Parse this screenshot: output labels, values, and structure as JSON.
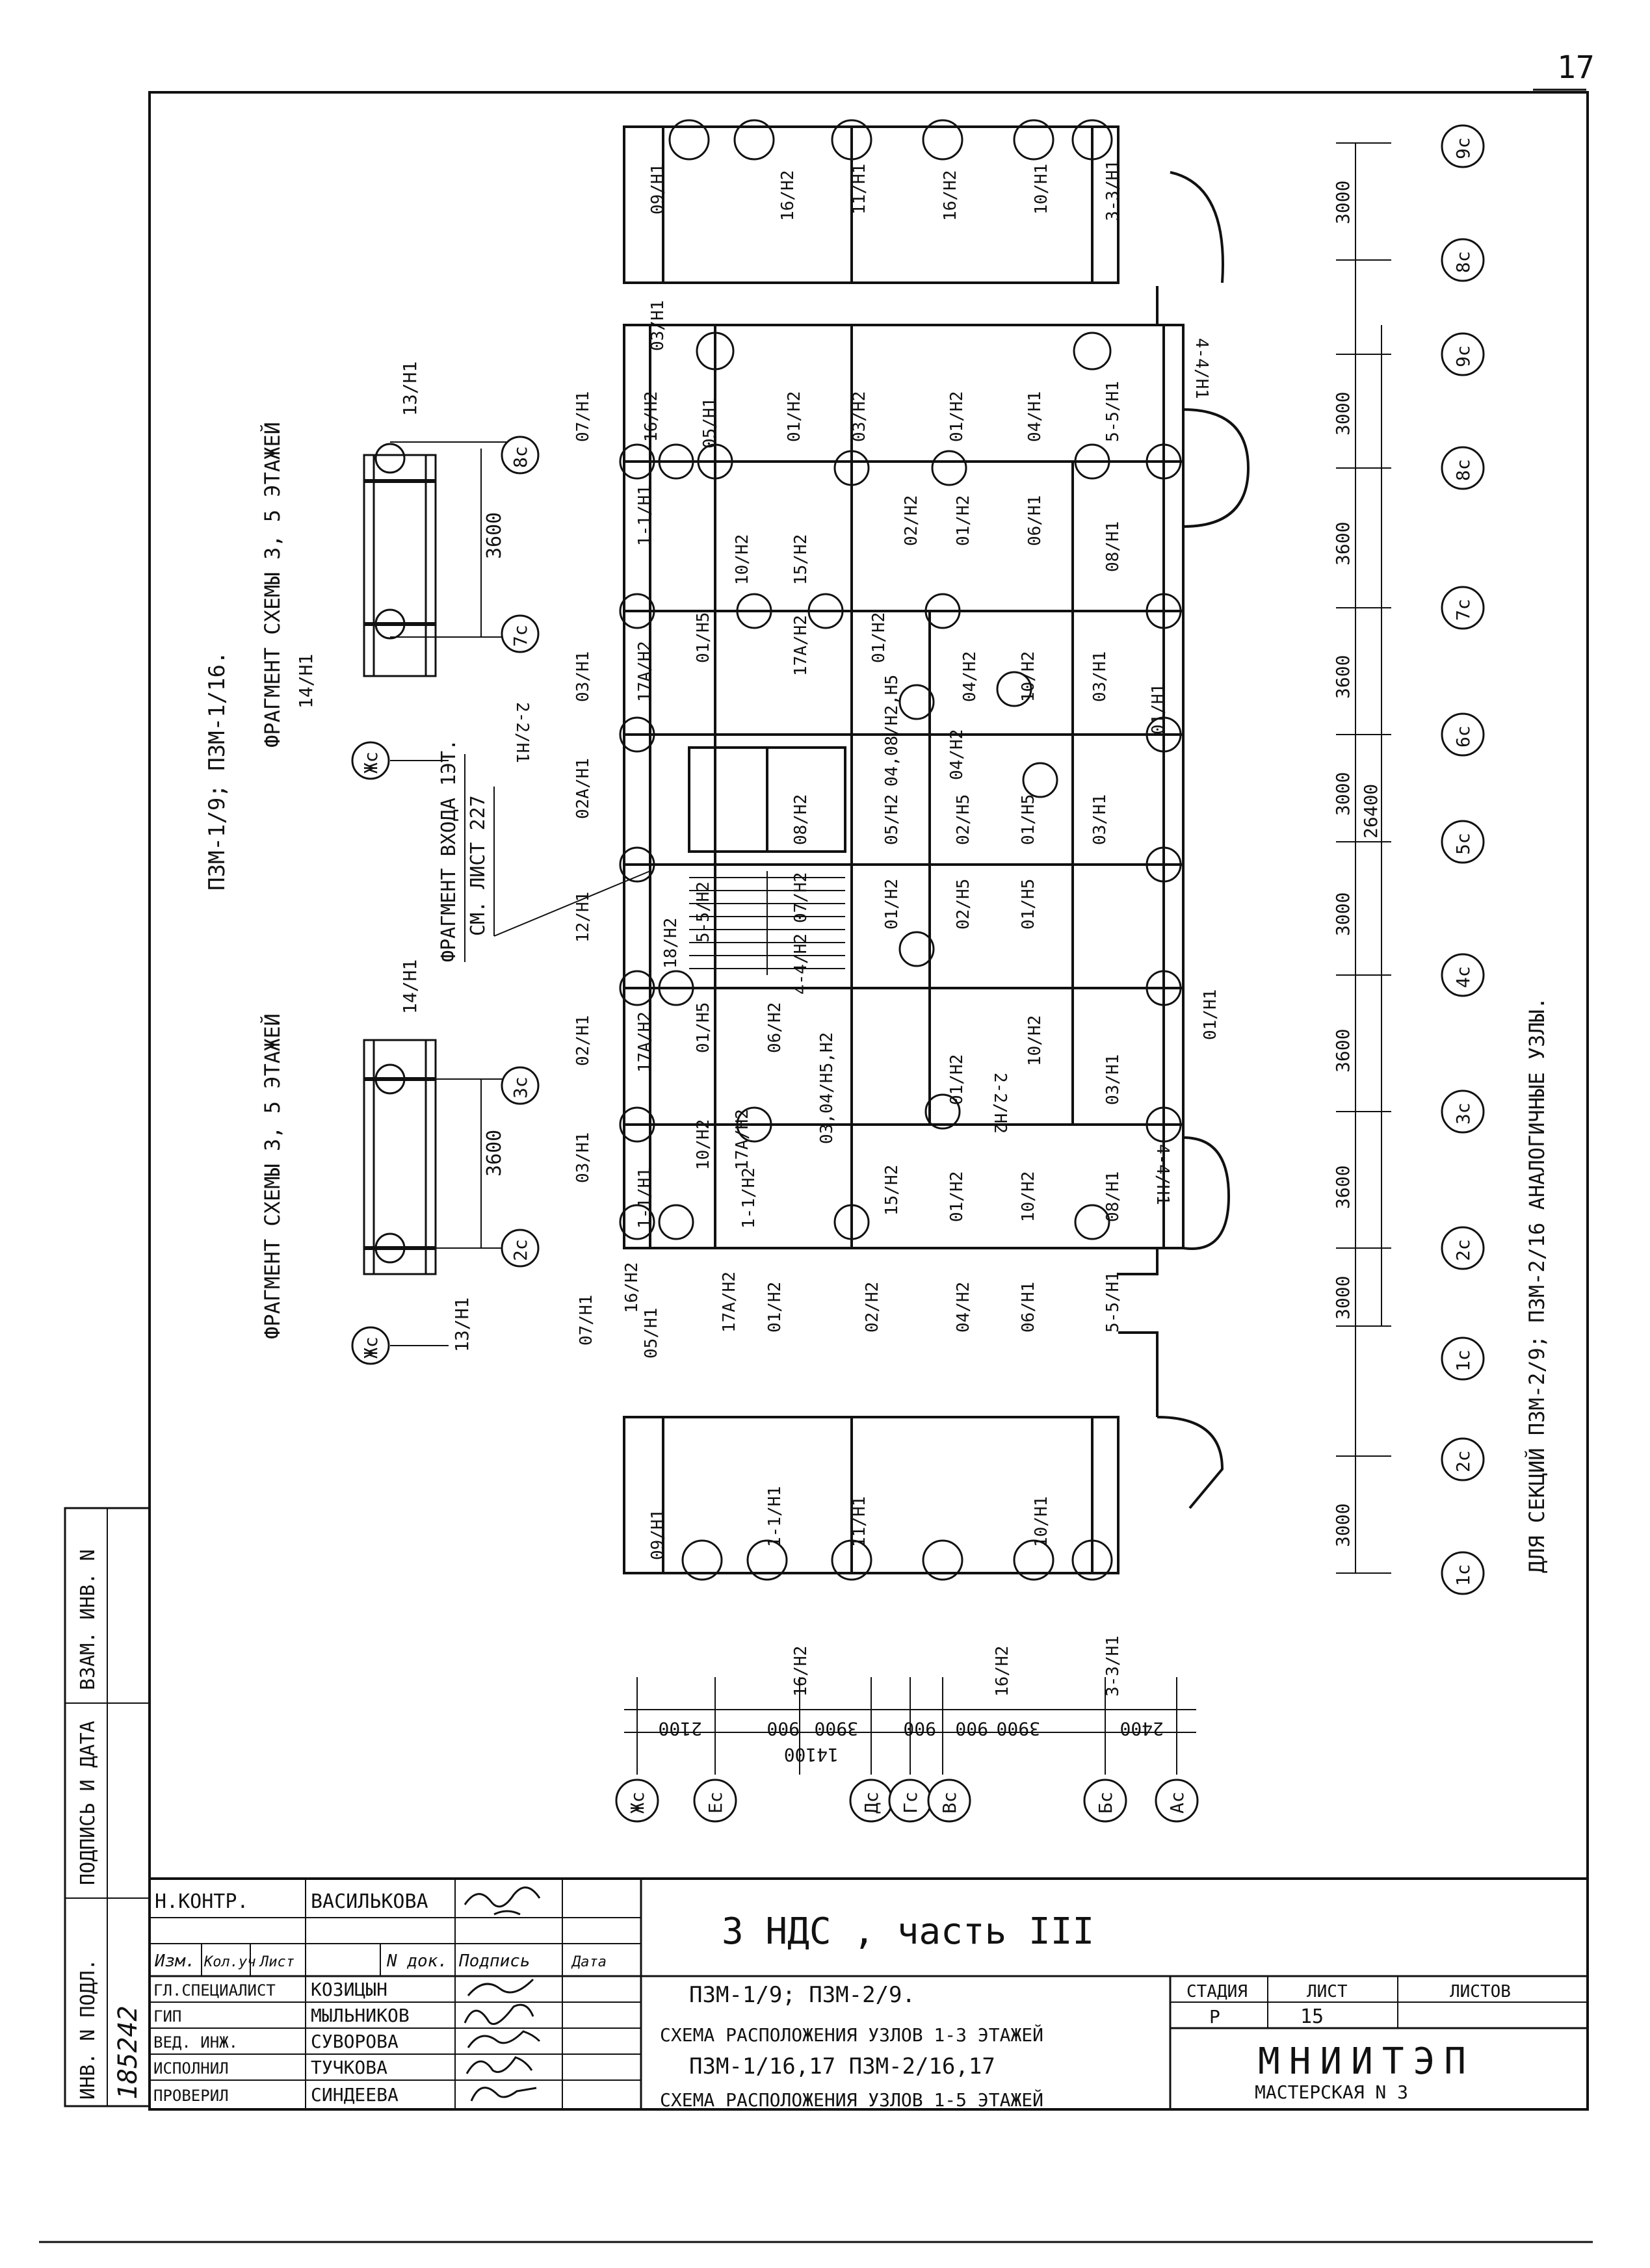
{
  "sheet": {
    "page_number": "17"
  },
  "plan": {
    "main_labels": {
      "series_top": "ПЗМ-1/9; ПЗМ-1/16.",
      "fragment_upper": "ФРАГМЕНТ СХЕМЫ 3, 5 ЭТАЖЕЙ",
      "fragment_lower": "ФРАГМЕНТ СХЕМЫ 3, 5 ЭТАЖЕЙ",
      "entrance_fragment": "ФРАГМЕНТ ВХОДА 1ЭТ.",
      "entrance_ref": "СМ. ЛИСТ 227",
      "side_note": "ДЛЯ СЕКЦИЙ ПЗМ-2/9; ПЗМ-2/16 АНАЛОГИЧНЫЕ УЗЛЫ."
    },
    "axes_numeric": [
      "9с",
      "8с",
      "9с",
      "8с",
      "7с",
      "6с",
      "5с",
      "4с",
      "3с",
      "2с",
      "1с",
      "2с",
      "1с"
    ],
    "axes_numeric_dims": [
      "3000",
      "3000",
      "3600",
      "3600",
      "3000",
      "3000",
      "3600",
      "3600",
      "3000",
      "3000"
    ],
    "overall_dim": "26400",
    "axes_letter": [
      "Жс",
      "Ес",
      "Дс",
      "Гс",
      "Вс",
      "Бс",
      "Ас"
    ],
    "axes_letter_dims": [
      "2100",
      "900",
      "3900",
      "900",
      "3900",
      "900",
      "2400"
    ],
    "overall_letter_dim": "14100",
    "fragment_axes": {
      "upper": [
        "Жс",
        "7с",
        "8с"
      ],
      "upper_dim": "3600",
      "upper_nodes": [
        "14/Н1",
        "13/Н1"
      ],
      "lower": [
        "Жс",
        "2с",
        "3с"
      ],
      "lower_dim": "3600",
      "lower_nodes": [
        "14/Н1",
        "13/Н1"
      ]
    },
    "nodes": [
      "09/Н1",
      "16/Н2",
      "11/Н1",
      "16/Н2",
      "10/Н1",
      "3-3/Н1",
      "03/Н1",
      "07/Н1",
      "16/Н2",
      "05/Н1",
      "01/Н2",
      "03/Н2",
      "01/Н2",
      "04/Н1",
      "5-5/Н1",
      "4-4/Н1",
      "1-1/Н1",
      "10/Н2",
      "15/Н2",
      "02/Н2",
      "01/Н2",
      "06/Н1",
      "08/Н1",
      "03/Н1",
      "17А/Н2",
      "01/Н5",
      "17А/Н2",
      "01/Н2",
      "04/Н2",
      "10/Н2",
      "03/Н1",
      "02А/Н1",
      "2-2/Н1",
      "04,08/Н2,Н5",
      "04/Н2",
      "01/Н1",
      "5-5/Н2",
      "08/Н2",
      "05/Н2",
      "02/Н5",
      "01/Н5",
      "03/Н1",
      "12/Н1",
      "18/Н2",
      "07/Н2",
      "01/Н2",
      "02/Н5",
      "01/Н5",
      "02/Н1",
      "17А/Н2",
      "01/Н5",
      "06/Н2",
      "4-4/Н2",
      "10/Н2",
      "01/Н1",
      "03/Н1",
      "10/Н2",
      "17А/Н2",
      "03,04/Н5,Н2",
      "01/Н2",
      "2-2/Н2",
      "03/Н1",
      "1-1/Н1",
      "1-1/Н2",
      "15/Н2",
      "01/Н2",
      "10/Н2",
      "08/Н1",
      "4-4/Н1",
      "07/Н1",
      "16/Н2",
      "05/Н1",
      "17А/Н2",
      "01/Н2",
      "02/Н2",
      "04/Н2",
      "06/Н1",
      "5-5/Н1",
      "09/Н1",
      "1-1/Н1",
      "11/Н1",
      "10/Н1",
      "16/Н2",
      "16/Н2",
      "3-3/Н1"
    ]
  },
  "title_block": {
    "norm_control_role": "Н.КОНТР.",
    "norm_control_name": "ВАСИЛЬКОВА",
    "header_izm": "Изм.",
    "header_koluch": "Кол.уч",
    "header_list": "Лист",
    "header_ndok": "N док.",
    "header_podpis": "Подпись",
    "header_data": "Дата",
    "rows": [
      {
        "role": "ГЛ.СПЕЦИАЛИСТ",
        "name": "КОЗИЦЫН"
      },
      {
        "role": "ГИП",
        "name": "МЫЛЬНИКОВ"
      },
      {
        "role": "ВЕД. ИНЖ.",
        "name": "СУВОРОВА"
      },
      {
        "role": "ИСПОЛНИЛ",
        "name": "ТУЧКОВА"
      },
      {
        "role": "ПРОВЕРИЛ",
        "name": "СИНДЕЕВА"
      }
    ],
    "project_title": "3 НДС , часть III",
    "line1": "ПЗМ-1/9; ПЗМ-2/9.",
    "line2": "СХЕМА РАСПОЛОЖЕНИЯ УЗЛОВ 1-3 ЭТАЖЕЙ",
    "line3": "ПЗМ-1/16,17 ПЗМ-2/16,17",
    "line4": "СХЕМА РАСПОЛОЖЕНИЯ УЗЛОВ 1-5 ЭТАЖЕЙ",
    "stage_label": "СТАДИЯ",
    "sheet_label": "ЛИСТ",
    "sheets_label": "ЛИСТОВ",
    "stage_value": "Р",
    "sheet_value": "15",
    "sheets_value": "",
    "org_name": "МНИИТЭП",
    "org_sub": "МАСТЕРСКАЯ N 3"
  },
  "side_stamps": {
    "inv_podl": "ИНВ. N ПОДЛ.",
    "podpis_data": "ПОДПИСЬ И ДАТА",
    "vzam_inv": "ВЗАМ. ИНВ. N",
    "inv_value": "185242"
  }
}
